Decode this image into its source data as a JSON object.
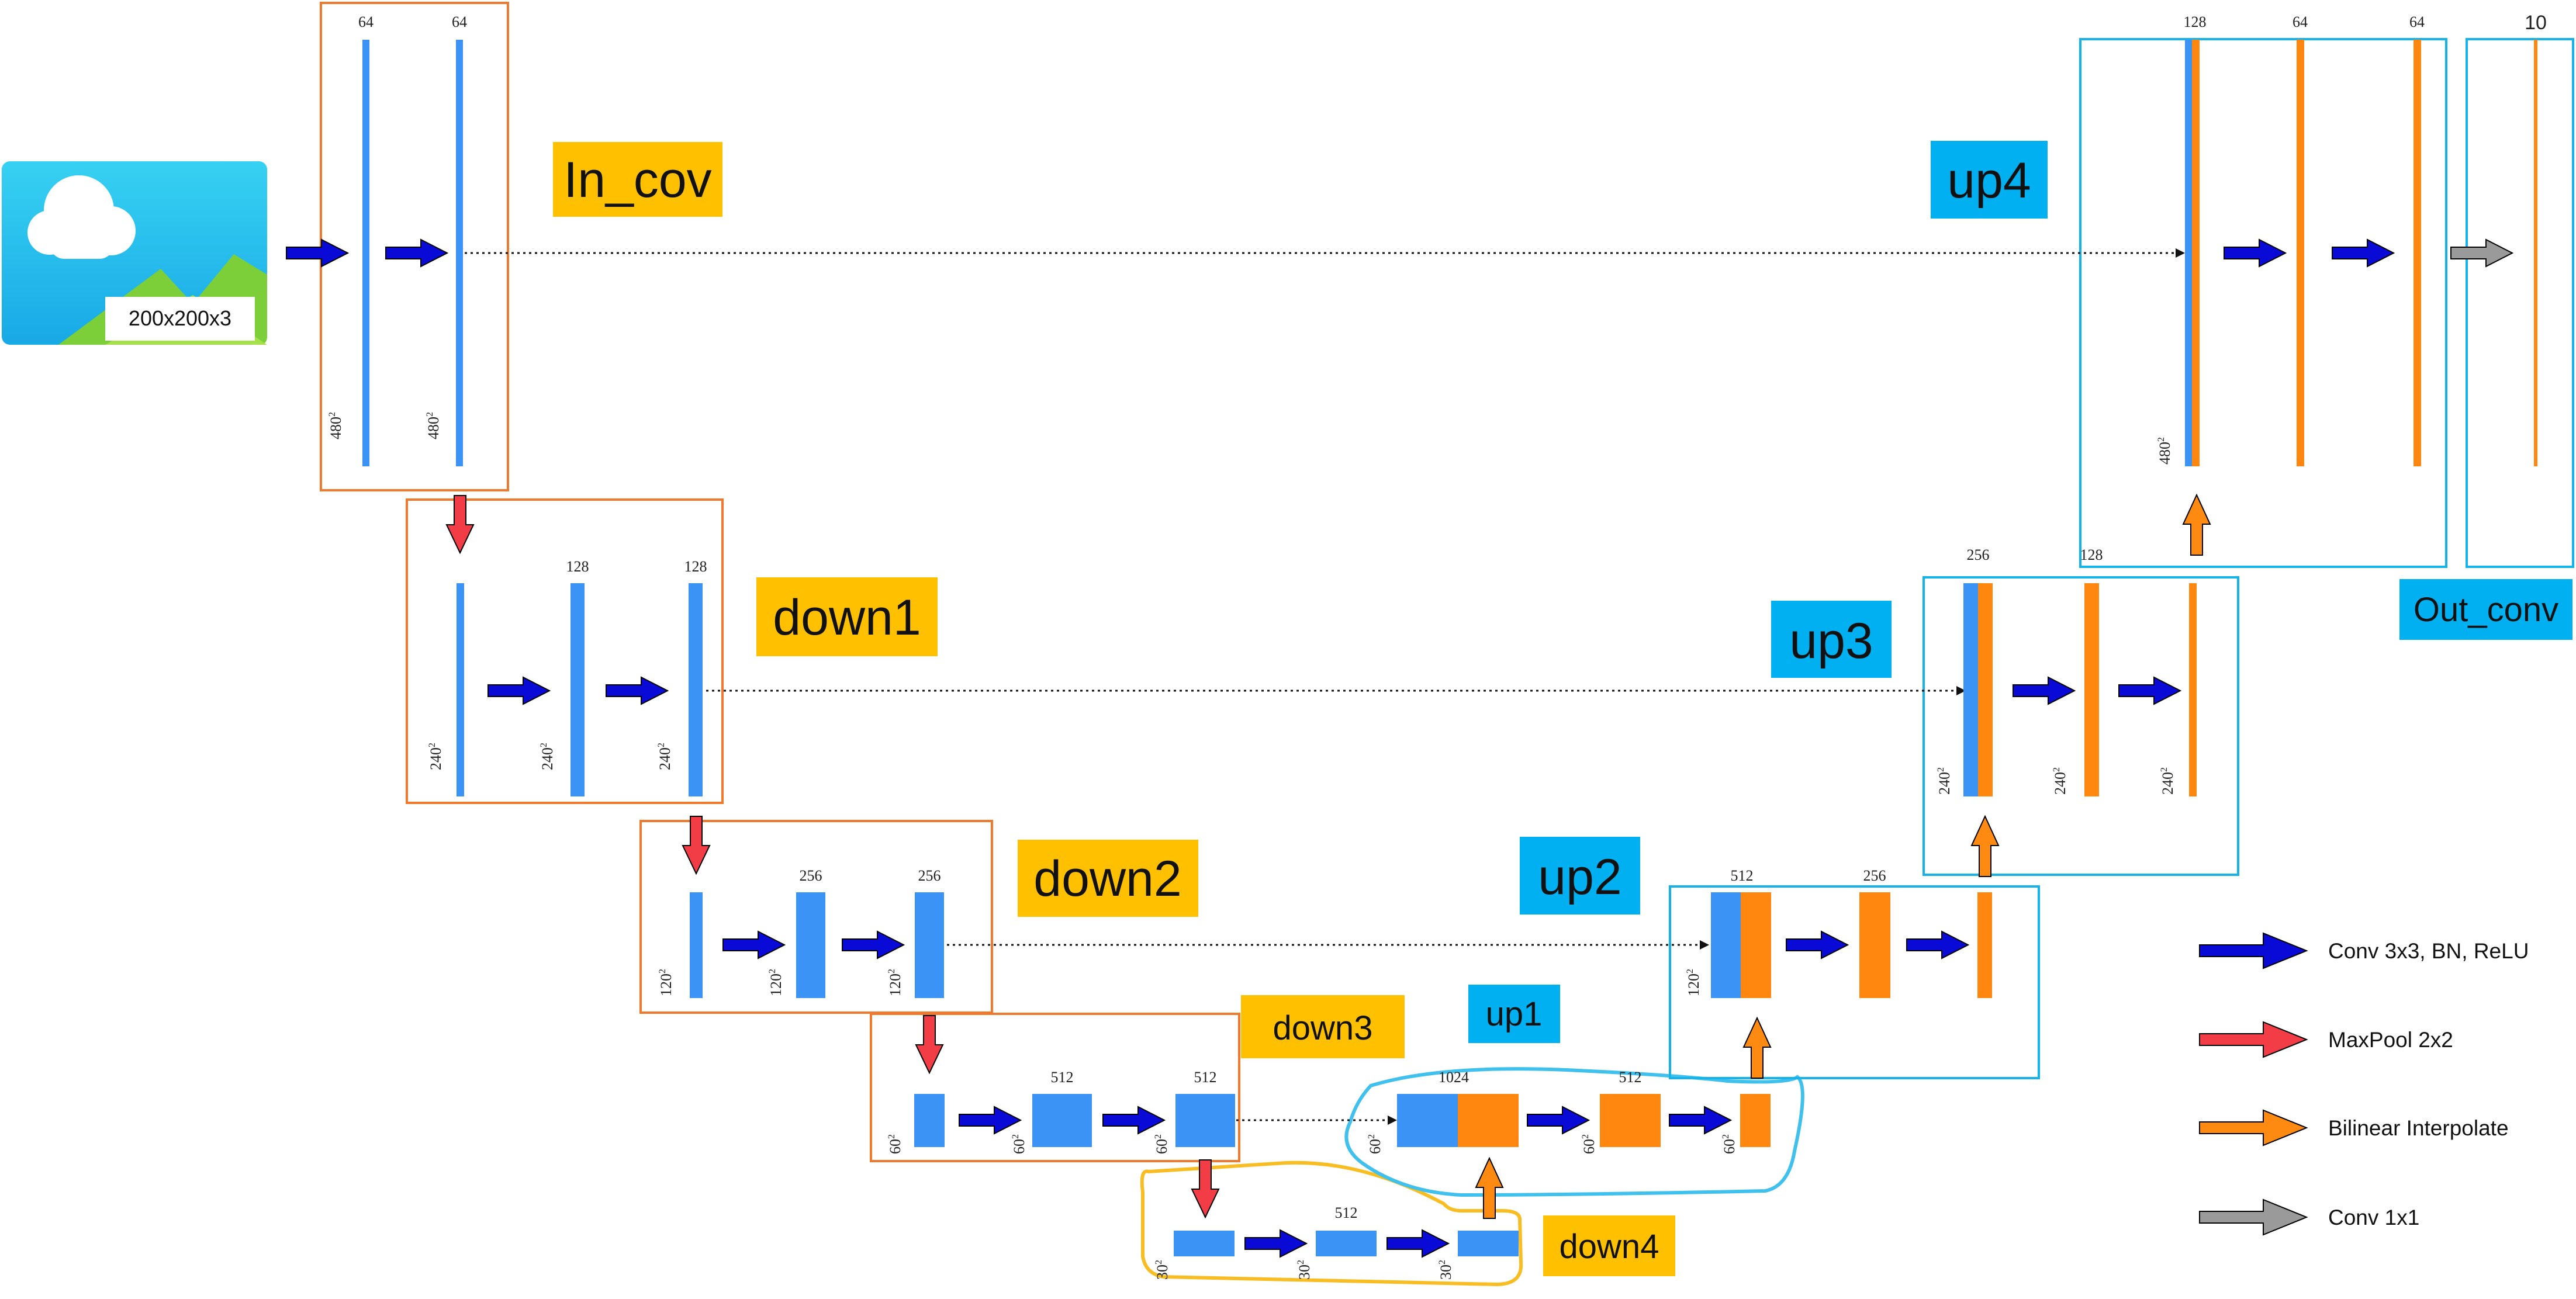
{
  "input": {
    "label": "200x200x3",
    "icon": "image-placeholder-icon"
  },
  "stages": {
    "in_conv": "In_cov",
    "down1": "down1",
    "down2": "down2",
    "down3": "down3",
    "down4": "down4",
    "up1": "up1",
    "up2": "up2",
    "up3": "up3",
    "up4": "up4",
    "out_conv": "Out_conv"
  },
  "channels": {
    "in_conv_1": "64",
    "in_conv_2": "64",
    "down1_1": "128",
    "down1_2": "128",
    "down2_1": "256",
    "down2_2": "256",
    "down3_1": "512",
    "down3_2": "512",
    "down4_1": "512",
    "up1_cat": "1024",
    "up1_2": "512",
    "up2_cat": "512",
    "up2_2": "256",
    "up3_cat": "256",
    "up3_2": "128",
    "up4_cat": "128",
    "up4_1": "64",
    "up4_2": "64",
    "out": "10"
  },
  "sizes": {
    "s480": "480",
    "s240": "240",
    "s120": "120",
    "s60": "60",
    "s30": "30",
    "sq": "2"
  },
  "legend": [
    {
      "label": "Conv 3x3, BN, ReLU",
      "color": "#0a0ad6"
    },
    {
      "label": "MaxPool 2x2",
      "color": "#f23c46"
    },
    {
      "label": "Bilinear Interpolate",
      "color": "#ff8a12"
    },
    {
      "label": "Conv 1x1",
      "color": "#9a9a9a"
    }
  ],
  "colors": {
    "encoder_block": "#3a93f5",
    "decoder_block": "#ff870f",
    "down_frame": "#ef7a2e",
    "up_frame": "#16b3ea",
    "down_tag": "#ffc000",
    "up_tag": "#00b0f0",
    "down4_outline": "#f8bd22"
  }
}
